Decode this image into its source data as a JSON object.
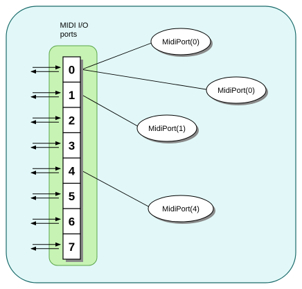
{
  "header": {
    "line1": "MIDI I/O",
    "line2": "ports"
  },
  "ports": [
    "0",
    "1",
    "2",
    "3",
    "4",
    "5",
    "6",
    "7"
  ],
  "midi_ports": [
    {
      "label": "MidiPort(0)",
      "port_index": 0
    },
    {
      "label": "MidiPort(0)",
      "port_index": 0
    },
    {
      "label": "MidiPort(1)",
      "port_index": 1
    },
    {
      "label": "MidiPort(4)",
      "port_index": 4
    }
  ],
  "colors": {
    "outer_fill": "#e2f8f8",
    "outer_stroke": "#1a6a6a",
    "column_fill": "#c7f3b4",
    "column_stroke": "#5aa54a",
    "port_fill": "#ffffff",
    "shadow": "#8a8a8a",
    "ellipse_fill": "#ffffff",
    "line": "#000000"
  }
}
